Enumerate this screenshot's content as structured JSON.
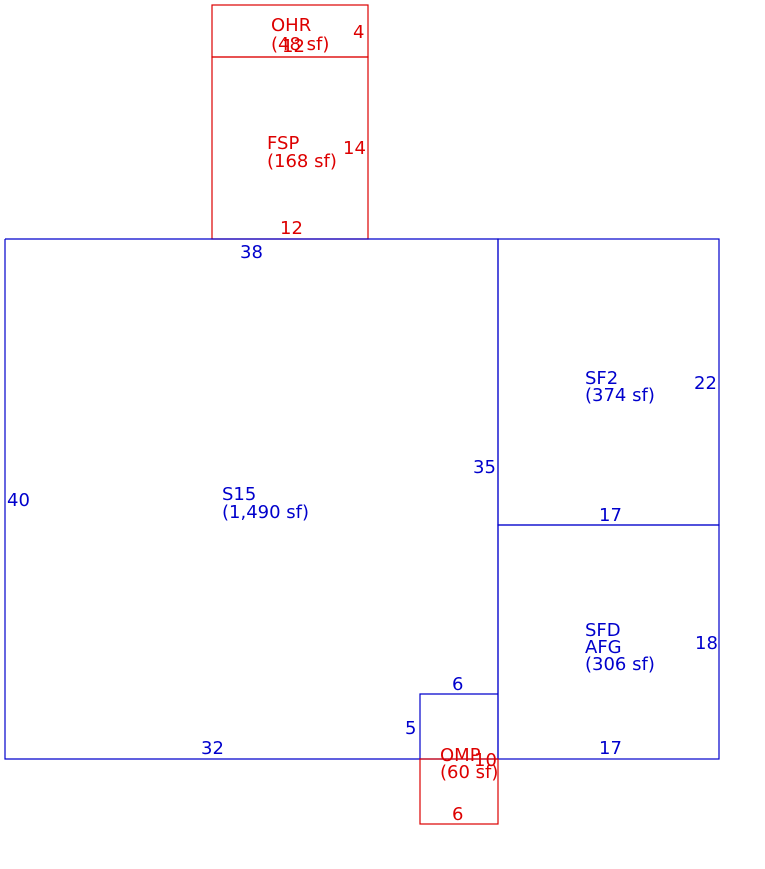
{
  "colors": {
    "main_area": "#0000cc",
    "secondary_area": "#dd0000",
    "background": "#ffffff"
  },
  "areas": {
    "ohr": {
      "code": "OHR",
      "area": "(48 sf)",
      "side_right": "4",
      "side_bottom": "12"
    },
    "fsp": {
      "code": "FSP",
      "area": "(168 sf)",
      "side_right": "14",
      "side_bottom": "12"
    },
    "s15": {
      "code": "S15",
      "area": "(1,490 sf)",
      "side_top": "38",
      "side_left": "40",
      "side_right": "35",
      "side_bottom": "32"
    },
    "sf2": {
      "code": "SF2",
      "area": "(374 sf)",
      "side_right": "22",
      "side_bottom": "17"
    },
    "sfd": {
      "code": "SFD",
      "code2": "AFG",
      "area": "(306 sf)",
      "side_right": "18",
      "side_bottom": "17"
    },
    "notch": {
      "side_top": "6",
      "side_left": "5"
    },
    "omp": {
      "code": "OMP",
      "area": "(60 sf)",
      "side_right": "10",
      "side_bottom": "6"
    }
  }
}
